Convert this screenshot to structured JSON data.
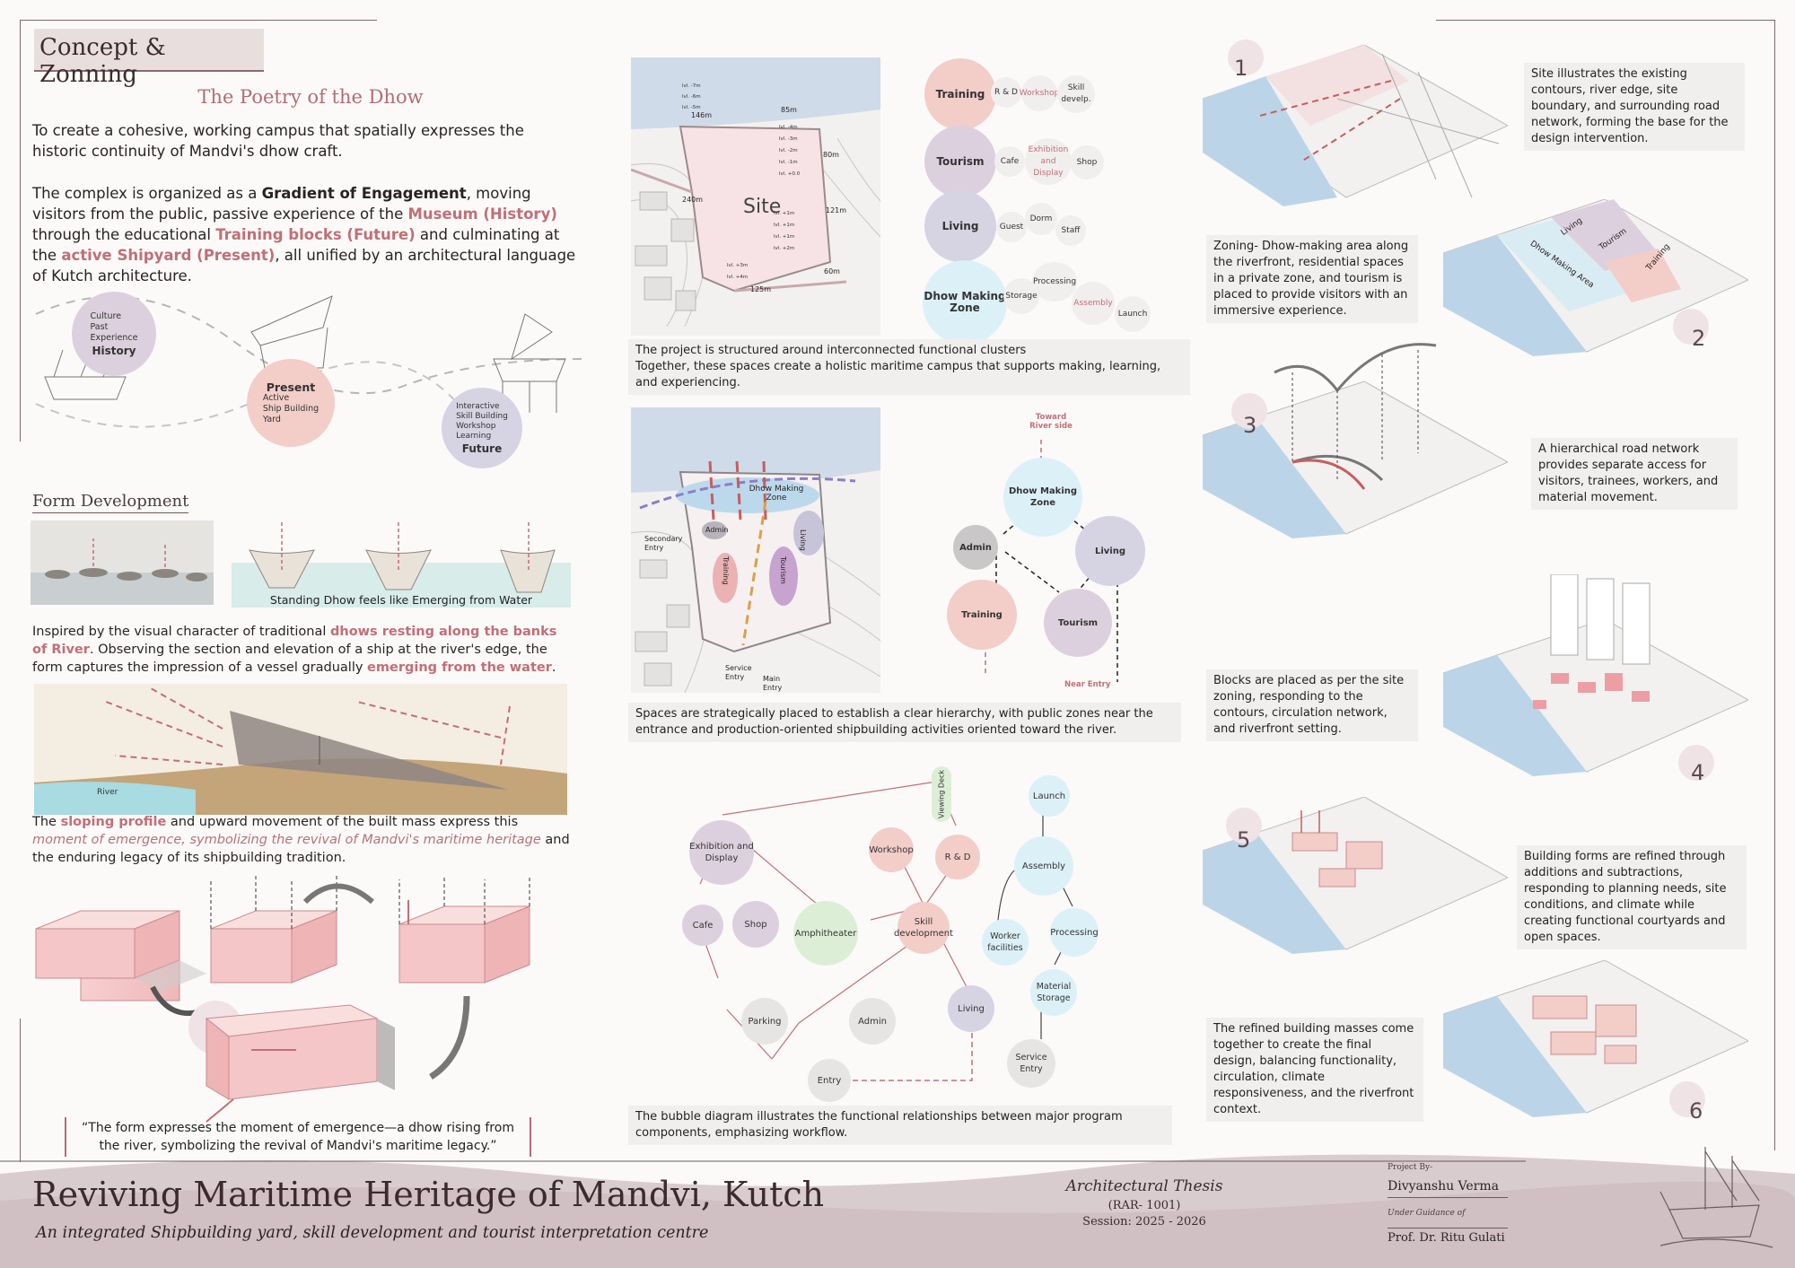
{
  "header": {
    "badge": "Concept & Zonning"
  },
  "intro": {
    "heading": "The Poetry of the Dhow",
    "p1": "To create a cohesive, working campus that spatially expresses the historic continuity of Mandvi's dhow craft.",
    "p2_a": "The complex is organized as a ",
    "p2_b": "Gradient of Engagement",
    "p2_c": ", moving visitors from the public, passive experience of the ",
    "p2_d": "Museum (History)",
    "p2_e": " through the educational ",
    "p2_f": "Training blocks (Future)",
    "p2_g": " and culminating at the ",
    "p2_h": "active Shipyard (Present)",
    "p2_i": ", all unified by an architectural language of Kutch architecture."
  },
  "timeline": {
    "history": {
      "small": "Culture\nPast\nExperience",
      "title": "History"
    },
    "present": {
      "title": "Present",
      "small": "Active\nShip Building\nYard"
    },
    "future": {
      "small": "Interactive\nSkill Building\nWorkshop\nLearning",
      "title": "Future"
    }
  },
  "form_dev": {
    "heading": "Form Development",
    "standing_caption": "Standing Dhow feels like Emerging from Water",
    "p1_a": "Inspired by the visual character of traditional ",
    "p1_b": "dhows resting along the banks of River",
    "p1_c": ". Observing the section and elevation of a ship at the river's edge, the form captures the impression of a vessel gradually ",
    "p1_d": "emerging from the water",
    "p1_e": ".",
    "river_label": "River",
    "p2_a": "The ",
    "p2_b": "sloping profile",
    "p2_c": " and upward movement of the built mass express this ",
    "p2_d": "moment of emergence, symbolizing the revival of Mandvi's maritime heritage",
    "p2_e": " and the enduring legacy of its shipbuilding tradition.",
    "quote": "“The form expresses the moment of emergence—a dhow rising from the river, symbolizing the revival of Mandvi's maritime legacy.”"
  },
  "site_map": {
    "site_label": "Site",
    "dims": [
      "146m",
      "85m",
      "80m",
      "121m",
      "60m",
      "125m",
      "240m"
    ],
    "levels": [
      "lvl. -7m",
      "lvl. -6m",
      "lvl. -5m",
      "lvl. -4m",
      "lvl. -3m",
      "lvl. -2m",
      "lvl. -1m",
      "lvl. +0.0",
      "lvl. +1m",
      "lvl. +1m",
      "lvl. +1m",
      "lvl. +2m",
      "lvl. +3m",
      "lvl. +4m"
    ],
    "caption_1": "The project is structured around interconnected functional clusters",
    "caption_2": "Together, these spaces create a holistic maritime campus that supports making, learning, and experiencing."
  },
  "clusters": [
    {
      "name": "Training",
      "items": [
        "R & D",
        "Workshop",
        "Skill develp."
      ]
    },
    {
      "name": "Tourism",
      "items": [
        "Cafe",
        "Exhibition and Display",
        "Shop"
      ]
    },
    {
      "name": "Living",
      "items": [
        "Guest",
        "Dorm",
        "Staff"
      ]
    },
    {
      "name": "Dhow Making Zone",
      "items": [
        "Storage",
        "Processing",
        "Assembly",
        "Launch"
      ]
    }
  ],
  "zoning_map": {
    "labels": [
      "Dhow Making Zone",
      "Admin",
      "Living",
      "Training",
      "Tourism",
      "Secondary Entry",
      "Service Entry",
      "Main Entry"
    ],
    "caption": "Spaces are strategically placed to establish a clear hierarchy, with public zones near the entrance and production-oriented shipbuilding activities oriented toward the river."
  },
  "relation": {
    "top": "Toward River side",
    "dhow": "Dhow Making Zone",
    "admin": "Admin",
    "living": "Living",
    "training": "Training",
    "tourism": "Tourism",
    "near_entry": "Near Entry"
  },
  "bubble_diagram": {
    "nodes": {
      "exhibition": "Exhibition and Display",
      "cafe": "Cafe",
      "shop": "Shop",
      "amphitheater": "Amphitheater",
      "workshop": "Workshop",
      "rnd": "R & D",
      "viewing": "Viewing Deck",
      "skill": "Skill development",
      "launch": "Launch",
      "assembly": "Assembly",
      "worker": "Worker facilities",
      "processing": "Processing",
      "material": "Material Storage",
      "parking": "Parking",
      "admin": "Admin",
      "living": "Living",
      "entry": "Entry",
      "service": "Service Entry"
    },
    "caption": "The bubble diagram illustrates the functional relationships between major program components, emphasizing workflow."
  },
  "steps": [
    {
      "n": "1",
      "text": "Site illustrates the existing contours, river edge, site boundary, and surrounding road network, forming the base for the design intervention."
    },
    {
      "n": "2",
      "text": "Zoning- Dhow-making area along the riverfront, residential spaces in a private zone, and tourism is placed to provide visitors with an immersive experience.",
      "labels": [
        "Living",
        "Tourism",
        "Training",
        "Dhow Making Area"
      ]
    },
    {
      "n": "3",
      "text": "A hierarchical road network provides separate access for visitors, trainees, workers, and material movement."
    },
    {
      "n": "4",
      "text": "Blocks are placed as per the site zoning, responding to the contours, circulation network, and riverfront setting."
    },
    {
      "n": "5",
      "text": "Building forms are refined through additions and subtractions, responding to planning needs, site conditions, and climate while creating functional courtyards and open spaces."
    },
    {
      "n": "6",
      "text": "The refined building masses come together to create the final design, balancing functionality, circulation, climate responsiveness, and the riverfront context."
    }
  ],
  "footer": {
    "title": "Reviving Maritime Heritage of Mandvi, Kutch",
    "subtitle": "An integrated Shipbuilding yard, skill development and tourist interpretation centre",
    "thesis": "Architectural Thesis",
    "code": "(RAR- 1001)",
    "session": "Session: 2025 - 2026",
    "by_label": "Project By-",
    "by_name": "Divyanshu Verma",
    "guide_label": "Under Guidance of",
    "guide_name": "Prof. Dr. Ritu Gulati"
  },
  "colors": {
    "rose": "#c06f78",
    "pink": "#f3cdc8",
    "purple": "#ddd0de",
    "blue": "#dcf0f7",
    "water": "#cfe1ec"
  }
}
